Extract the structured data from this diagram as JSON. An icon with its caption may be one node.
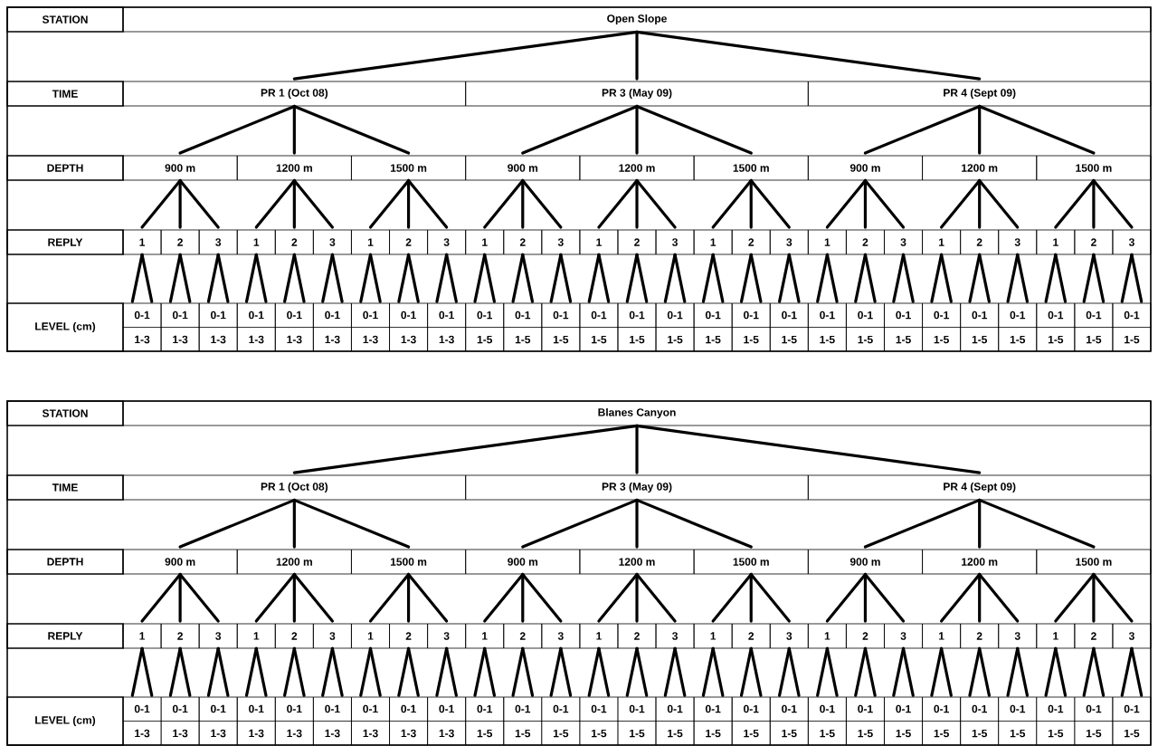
{
  "diagram": {
    "nodes": [
      {
        "text": [
          "STATION"
        ]
      },
      {
        "text": [
          "Open Slope"
        ]
      },
      {
        "text": [
          "TIME"
        ]
      },
      {
        "text": [
          "PR 1 (Oct 08)"
        ]
      },
      {
        "text": [
          "PR 3 (May 09)"
        ]
      },
      {
        "text": [
          "PR 4 (Sept 09)"
        ]
      },
      {
        "text": [
          "DEPTH"
        ]
      },
      {
        "text": [
          "900 m"
        ]
      },
      {
        "text": [
          "1200 m"
        ]
      },
      {
        "text": [
          "1500 m"
        ]
      },
      {
        "text": [
          "900 m"
        ]
      },
      {
        "text": [
          "1200 m"
        ]
      },
      {
        "text": [
          "1500 m"
        ]
      },
      {
        "text": [
          "900 m"
        ]
      },
      {
        "text": [
          "1200 m"
        ]
      },
      {
        "text": [
          "1500 m"
        ]
      },
      {
        "text": [
          "REPLY"
        ]
      },
      {
        "text": [
          "1"
        ]
      },
      {
        "text": [
          "2"
        ]
      },
      {
        "text": [
          "3"
        ]
      },
      {
        "text": [
          "1"
        ]
      },
      {
        "text": [
          "2"
        ]
      },
      {
        "text": [
          "3"
        ]
      },
      {
        "text": [
          "1"
        ]
      },
      {
        "text": [
          "2"
        ]
      },
      {
        "text": [
          "3"
        ]
      },
      {
        "text": [
          "1"
        ]
      },
      {
        "text": [
          "2"
        ]
      },
      {
        "text": [
          "3"
        ]
      },
      {
        "text": [
          "1"
        ]
      },
      {
        "text": [
          "2"
        ]
      },
      {
        "text": [
          "3"
        ]
      },
      {
        "text": [
          "1"
        ]
      },
      {
        "text": [
          "2"
        ]
      },
      {
        "text": [
          "3"
        ]
      },
      {
        "text": [
          "1"
        ]
      },
      {
        "text": [
          "2"
        ]
      },
      {
        "text": [
          "3"
        ]
      },
      {
        "text": [
          "1"
        ]
      },
      {
        "text": [
          "2"
        ]
      },
      {
        "text": [
          "3"
        ]
      },
      {
        "text": [
          "1"
        ]
      },
      {
        "text": [
          "2"
        ]
      },
      {
        "text": [
          "3"
        ]
      },
      {
        "text": [
          "LEVEL (cm)"
        ]
      },
      {
        "text": [
          "0-1",
          "1-3"
        ]
      },
      {
        "text": [
          "0-1",
          "1-3"
        ]
      },
      {
        "text": [
          "0-1",
          "1-3"
        ]
      },
      {
        "text": [
          "0-1",
          "1-3"
        ]
      },
      {
        "text": [
          "0-1",
          "1-3"
        ]
      },
      {
        "text": [
          "0-1",
          "1-3"
        ]
      },
      {
        "text": [
          "0-1",
          "1-3"
        ]
      },
      {
        "text": [
          "0-1",
          "1-3"
        ]
      },
      {
        "text": [
          "0-1",
          "1-3"
        ]
      },
      {
        "text": [
          "0-1",
          "1-5"
        ]
      },
      {
        "text": [
          "0-1",
          "1-5"
        ]
      },
      {
        "text": [
          "0-1",
          "1-5"
        ]
      },
      {
        "text": [
          "0-1",
          "1-5"
        ]
      },
      {
        "text": [
          "0-1",
          "1-5"
        ]
      },
      {
        "text": [
          "0-1",
          "1-5"
        ]
      },
      {
        "text": [
          "0-1",
          "1-5"
        ]
      },
      {
        "text": [
          "0-1",
          "1-5"
        ]
      },
      {
        "text": [
          "0-1",
          "1-5"
        ]
      },
      {
        "text": [
          "0-1",
          "1-5"
        ]
      },
      {
        "text": [
          "0-1",
          "1-5"
        ]
      },
      {
        "text": [
          "0-1",
          "1-5"
        ]
      },
      {
        "text": [
          "0-1",
          "1-5"
        ]
      },
      {
        "text": [
          "0-1",
          "1-5"
        ]
      },
      {
        "text": [
          "0-1",
          "1-5"
        ]
      },
      {
        "text": [
          "0-1",
          "1-5"
        ]
      },
      {
        "text": [
          "0-1",
          "1-5"
        ]
      },
      {
        "text": [
          "0-1",
          "1-5"
        ]
      },
      {
        "text": [
          "STATION"
        ]
      },
      {
        "text": [
          "Blanes Canyon"
        ]
      },
      {
        "text": [
          "TIME"
        ]
      },
      {
        "text": [
          "PR 1 (Oct 08)"
        ]
      },
      {
        "text": [
          "PR 3 (May 09)"
        ]
      },
      {
        "text": [
          "PR 4 (Sept 09)"
        ]
      },
      {
        "text": [
          "DEPTH"
        ]
      },
      {
        "text": [
          "900 m"
        ]
      },
      {
        "text": [
          "1200 m"
        ]
      },
      {
        "text": [
          "1500 m"
        ]
      },
      {
        "text": [
          "900 m"
        ]
      },
      {
        "text": [
          "1200 m"
        ]
      },
      {
        "text": [
          "1500 m"
        ]
      },
      {
        "text": [
          "900 m"
        ]
      },
      {
        "text": [
          "1200 m"
        ]
      },
      {
        "text": [
          "1500 m"
        ]
      },
      {
        "text": [
          "REPLY"
        ]
      },
      {
        "text": [
          "1"
        ]
      },
      {
        "text": [
          "2"
        ]
      },
      {
        "text": [
          "3"
        ]
      },
      {
        "text": [
          "1"
        ]
      },
      {
        "text": [
          "2"
        ]
      },
      {
        "text": [
          "3"
        ]
      },
      {
        "text": [
          "1"
        ]
      },
      {
        "text": [
          "2"
        ]
      },
      {
        "text": [
          "3"
        ]
      },
      {
        "text": [
          "1"
        ]
      },
      {
        "text": [
          "2"
        ]
      },
      {
        "text": [
          "3"
        ]
      },
      {
        "text": [
          "1"
        ]
      },
      {
        "text": [
          "2"
        ]
      },
      {
        "text": [
          "3"
        ]
      },
      {
        "text": [
          "1"
        ]
      },
      {
        "text": [
          "2"
        ]
      },
      {
        "text": [
          "3"
        ]
      },
      {
        "text": [
          "1"
        ]
      },
      {
        "text": [
          "2"
        ]
      },
      {
        "text": [
          "3"
        ]
      },
      {
        "text": [
          "1"
        ]
      },
      {
        "text": [
          "2"
        ]
      },
      {
        "text": [
          "3"
        ]
      },
      {
        "text": [
          "1"
        ]
      },
      {
        "text": [
          "2"
        ]
      },
      {
        "text": [
          "3"
        ]
      },
      {
        "text": [
          "LEVEL (cm)"
        ]
      },
      {
        "text": [
          "0-1",
          "1-3"
        ]
      },
      {
        "text": [
          "0-1",
          "1-3"
        ]
      },
      {
        "text": [
          "0-1",
          "1-3"
        ]
      },
      {
        "text": [
          "0-1",
          "1-3"
        ]
      },
      {
        "text": [
          "0-1",
          "1-3"
        ]
      },
      {
        "text": [
          "0-1",
          "1-3"
        ]
      },
      {
        "text": [
          "0-1",
          "1-3"
        ]
      },
      {
        "text": [
          "0-1",
          "1-3"
        ]
      },
      {
        "text": [
          "0-1",
          "1-3"
        ]
      },
      {
        "text": [
          "0-1",
          "1-5"
        ]
      },
      {
        "text": [
          "0-1",
          "1-5"
        ]
      },
      {
        "text": [
          "0-1",
          "1-5"
        ]
      },
      {
        "text": [
          "0-1",
          "1-5"
        ]
      },
      {
        "text": [
          "0-1",
          "1-5"
        ]
      },
      {
        "text": [
          "0-1",
          "1-5"
        ]
      },
      {
        "text": [
          "0-1",
          "1-5"
        ]
      },
      {
        "text": [
          "0-1",
          "1-5"
        ]
      },
      {
        "text": [
          "0-1",
          "1-5"
        ]
      },
      {
        "text": [
          "0-1",
          "1-5"
        ]
      },
      {
        "text": [
          "0-1",
          "1-5"
        ]
      },
      {
        "text": [
          "0-1",
          "1-5"
        ]
      },
      {
        "text": [
          "0-1",
          "1-5"
        ]
      },
      {
        "text": [
          "0-1",
          "1-5"
        ]
      },
      {
        "text": [
          "0-1",
          "1-5"
        ]
      },
      {
        "text": [
          "0-1",
          "1-5"
        ]
      },
      {
        "text": [
          "0-1",
          "1-5"
        ]
      },
      {
        "text": [
          "0-1",
          "1-5"
        ]
      }
    ],
    "edges": [
      {
        "from": 1,
        "to": 3,
        "arrow": "none"
      },
      {
        "from": 1,
        "to": 4,
        "arrow": "none"
      },
      {
        "from": 1,
        "to": 5,
        "arrow": "none"
      },
      {
        "from": 3,
        "to": 7,
        "arrow": "none"
      },
      {
        "from": 3,
        "to": 8,
        "arrow": "none"
      },
      {
        "from": 3,
        "to": 9,
        "arrow": "none"
      },
      {
        "from": 4,
        "to": 10,
        "arrow": "none"
      },
      {
        "from": 4,
        "to": 11,
        "arrow": "none"
      },
      {
        "from": 4,
        "to": 12,
        "arrow": "none"
      },
      {
        "from": 5,
        "to": 13,
        "arrow": "none"
      },
      {
        "from": 5,
        "to": 14,
        "arrow": "none"
      },
      {
        "from": 5,
        "to": 15,
        "arrow": "none"
      },
      {
        "from": 7,
        "to": 17,
        "arrow": "none"
      },
      {
        "from": 7,
        "to": 18,
        "arrow": "none"
      },
      {
        "from": 7,
        "to": 19,
        "arrow": "none"
      },
      {
        "from": 8,
        "to": 20,
        "arrow": "none"
      },
      {
        "from": 8,
        "to": 21,
        "arrow": "none"
      },
      {
        "from": 8,
        "to": 22,
        "arrow": "none"
      },
      {
        "from": 9,
        "to": 23,
        "arrow": "none"
      },
      {
        "from": 9,
        "to": 24,
        "arrow": "none"
      },
      {
        "from": 9,
        "to": 25,
        "arrow": "none"
      },
      {
        "from": 10,
        "to": 26,
        "arrow": "none"
      },
      {
        "from": 10,
        "to": 27,
        "arrow": "none"
      },
      {
        "from": 10,
        "to": 28,
        "arrow": "none"
      },
      {
        "from": 11,
        "to": 29,
        "arrow": "none"
      },
      {
        "from": 11,
        "to": 30,
        "arrow": "none"
      },
      {
        "from": 11,
        "to": 31,
        "arrow": "none"
      },
      {
        "from": 12,
        "to": 32,
        "arrow": "none"
      },
      {
        "from": 12,
        "to": 33,
        "arrow": "none"
      },
      {
        "from": 12,
        "to": 34,
        "arrow": "none"
      },
      {
        "from": 13,
        "to": 35,
        "arrow": "none"
      },
      {
        "from": 13,
        "to": 36,
        "arrow": "none"
      },
      {
        "from": 13,
        "to": 37,
        "arrow": "none"
      },
      {
        "from": 14,
        "to": 38,
        "arrow": "none"
      },
      {
        "from": 14,
        "to": 39,
        "arrow": "none"
      },
      {
        "from": 14,
        "to": 40,
        "arrow": "none"
      },
      {
        "from": 15,
        "to": 41,
        "arrow": "none"
      },
      {
        "from": 15,
        "to": 42,
        "arrow": "none"
      },
      {
        "from": 15,
        "to": 43,
        "arrow": "none"
      },
      {
        "from": 17,
        "to": 45,
        "arrow": "none"
      },
      {
        "from": 17,
        "to": 45,
        "arrow": "none"
      },
      {
        "from": 18,
        "to": 46,
        "arrow": "none"
      },
      {
        "from": 18,
        "to": 46,
        "arrow": "none"
      },
      {
        "from": 19,
        "to": 47,
        "arrow": "none"
      },
      {
        "from": 19,
        "to": 47,
        "arrow": "none"
      },
      {
        "from": 20,
        "to": 48,
        "arrow": "none"
      },
      {
        "from": 20,
        "to": 48,
        "arrow": "none"
      },
      {
        "from": 21,
        "to": 49,
        "arrow": "none"
      },
      {
        "from": 21,
        "to": 49,
        "arrow": "none"
      },
      {
        "from": 22,
        "to": 50,
        "arrow": "none"
      },
      {
        "from": 22,
        "to": 50,
        "arrow": "none"
      },
      {
        "from": 23,
        "to": 51,
        "arrow": "none"
      },
      {
        "from": 23,
        "to": 51,
        "arrow": "none"
      },
      {
        "from": 24,
        "to": 52,
        "arrow": "none"
      },
      {
        "from": 24,
        "to": 52,
        "arrow": "none"
      },
      {
        "from": 25,
        "to": 53,
        "arrow": "none"
      },
      {
        "from": 25,
        "to": 53,
        "arrow": "none"
      },
      {
        "from": 26,
        "to": 54,
        "arrow": "none"
      },
      {
        "from": 26,
        "to": 54,
        "arrow": "none"
      },
      {
        "from": 27,
        "to": 55,
        "arrow": "none"
      },
      {
        "from": 27,
        "to": 55,
        "arrow": "none"
      },
      {
        "from": 28,
        "to": 56,
        "arrow": "none"
      },
      {
        "from": 28,
        "to": 56,
        "arrow": "none"
      },
      {
        "from": 29,
        "to": 57,
        "arrow": "none"
      },
      {
        "from": 29,
        "to": 57,
        "arrow": "none"
      },
      {
        "from": 30,
        "to": 58,
        "arrow": "none"
      },
      {
        "from": 30,
        "to": 58,
        "arrow": "none"
      },
      {
        "from": 31,
        "to": 59,
        "arrow": "none"
      },
      {
        "from": 31,
        "to": 59,
        "arrow": "none"
      },
      {
        "from": 32,
        "to": 60,
        "arrow": "none"
      },
      {
        "from": 32,
        "to": 60,
        "arrow": "none"
      },
      {
        "from": 33,
        "to": 61,
        "arrow": "none"
      },
      {
        "from": 33,
        "to": 61,
        "arrow": "none"
      },
      {
        "from": 34,
        "to": 62,
        "arrow": "none"
      },
      {
        "from": 34,
        "to": 62,
        "arrow": "none"
      },
      {
        "from": 35,
        "to": 63,
        "arrow": "none"
      },
      {
        "from": 35,
        "to": 63,
        "arrow": "none"
      },
      {
        "from": 36,
        "to": 64,
        "arrow": "none"
      },
      {
        "from": 36,
        "to": 64,
        "arrow": "none"
      },
      {
        "from": 37,
        "to": 65,
        "arrow": "none"
      },
      {
        "from": 37,
        "to": 65,
        "arrow": "none"
      },
      {
        "from": 38,
        "to": 66,
        "arrow": "none"
      },
      {
        "from": 38,
        "to": 66,
        "arrow": "none"
      },
      {
        "from": 39,
        "to": 67,
        "arrow": "none"
      },
      {
        "from": 39,
        "to": 67,
        "arrow": "none"
      },
      {
        "from": 40,
        "to": 68,
        "arrow": "none"
      },
      {
        "from": 40,
        "to": 68,
        "arrow": "none"
      },
      {
        "from": 41,
        "to": 69,
        "arrow": "none"
      },
      {
        "from": 41,
        "to": 69,
        "arrow": "none"
      },
      {
        "from": 42,
        "to": 70,
        "arrow": "none"
      },
      {
        "from": 42,
        "to": 70,
        "arrow": "none"
      },
      {
        "from": 43,
        "to": 71,
        "arrow": "none"
      },
      {
        "from": 43,
        "to": 71,
        "arrow": "none"
      },
      {
        "from": 73,
        "to": 75,
        "arrow": "none"
      },
      {
        "from": 73,
        "to": 76,
        "arrow": "none"
      },
      {
        "from": 73,
        "to": 77,
        "arrow": "none"
      },
      {
        "from": 75,
        "to": 79,
        "arrow": "none"
      },
      {
        "from": 75,
        "to": 80,
        "arrow": "none"
      },
      {
        "from": 75,
        "to": 81,
        "arrow": "none"
      },
      {
        "from": 76,
        "to": 82,
        "arrow": "none"
      },
      {
        "from": 76,
        "to": 83,
        "arrow": "none"
      },
      {
        "from": 76,
        "to": 84,
        "arrow": "none"
      },
      {
        "from": 77,
        "to": 85,
        "arrow": "none"
      },
      {
        "from": 77,
        "to": 86,
        "arrow": "none"
      },
      {
        "from": 77,
        "to": 87,
        "arrow": "none"
      },
      {
        "from": 79,
        "to": 89,
        "arrow": "none"
      },
      {
        "from": 79,
        "to": 90,
        "arrow": "none"
      },
      {
        "from": 79,
        "to": 91,
        "arrow": "none"
      },
      {
        "from": 80,
        "to": 92,
        "arrow": "none"
      },
      {
        "from": 80,
        "to": 93,
        "arrow": "none"
      },
      {
        "from": 80,
        "to": 94,
        "arrow": "none"
      },
      {
        "from": 81,
        "to": 95,
        "arrow": "none"
      },
      {
        "from": 81,
        "to": 96,
        "arrow": "none"
      },
      {
        "from": 81,
        "to": 97,
        "arrow": "none"
      },
      {
        "from": 82,
        "to": 98,
        "arrow": "none"
      },
      {
        "from": 82,
        "to": 99,
        "arrow": "none"
      },
      {
        "from": 82,
        "to": 100,
        "arrow": "none"
      },
      {
        "from": 83,
        "to": 101,
        "arrow": "none"
      },
      {
        "from": 83,
        "to": 102,
        "arrow": "none"
      },
      {
        "from": 83,
        "to": 103,
        "arrow": "none"
      },
      {
        "from": 84,
        "to": 104,
        "arrow": "none"
      },
      {
        "from": 84,
        "to": 105,
        "arrow": "none"
      },
      {
        "from": 84,
        "to": 106,
        "arrow": "none"
      },
      {
        "from": 85,
        "to": 107,
        "arrow": "none"
      },
      {
        "from": 85,
        "to": 108,
        "arrow": "none"
      },
      {
        "from": 85,
        "to": 109,
        "arrow": "none"
      },
      {
        "from": 86,
        "to": 110,
        "arrow": "none"
      },
      {
        "from": 86,
        "to": 111,
        "arrow": "none"
      },
      {
        "from": 86,
        "to": 112,
        "arrow": "none"
      },
      {
        "from": 87,
        "to": 113,
        "arrow": "none"
      },
      {
        "from": 87,
        "to": 114,
        "arrow": "none"
      },
      {
        "from": 87,
        "to": 115,
        "arrow": "none"
      },
      {
        "from": 89,
        "to": 117,
        "arrow": "none"
      },
      {
        "from": 89,
        "to": 117,
        "arrow": "none"
      },
      {
        "from": 90,
        "to": 118,
        "arrow": "none"
      },
      {
        "from": 90,
        "to": 118,
        "arrow": "none"
      },
      {
        "from": 91,
        "to": 119,
        "arrow": "none"
      },
      {
        "from": 91,
        "to": 119,
        "arrow": "none"
      },
      {
        "from": 92,
        "to": 120,
        "arrow": "none"
      },
      {
        "from": 92,
        "to": 120,
        "arrow": "none"
      },
      {
        "from": 93,
        "to": 121,
        "arrow": "none"
      },
      {
        "from": 93,
        "to": 121,
        "arrow": "none"
      },
      {
        "from": 94,
        "to": 122,
        "arrow": "none"
      },
      {
        "from": 94,
        "to": 122,
        "arrow": "none"
      },
      {
        "from": 95,
        "to": 123,
        "arrow": "none"
      },
      {
        "from": 95,
        "to": 123,
        "arrow": "none"
      },
      {
        "from": 96,
        "to": 124,
        "arrow": "none"
      },
      {
        "from": 96,
        "to": 124,
        "arrow": "none"
      },
      {
        "from": 97,
        "to": 125,
        "arrow": "none"
      },
      {
        "from": 97,
        "to": 125,
        "arrow": "none"
      },
      {
        "from": 98,
        "to": 126,
        "arrow": "none"
      },
      {
        "from": 98,
        "to": 126,
        "arrow": "none"
      },
      {
        "from": 99,
        "to": 127,
        "arrow": "none"
      },
      {
        "from": 99,
        "to": 127,
        "arrow": "none"
      },
      {
        "from": 100,
        "to": 128,
        "arrow": "none"
      },
      {
        "from": 100,
        "to": 128,
        "arrow": "none"
      },
      {
        "from": 101,
        "to": 129,
        "arrow": "none"
      },
      {
        "from": 101,
        "to": 129,
        "arrow": "none"
      },
      {
        "from": 102,
        "to": 130,
        "arrow": "none"
      },
      {
        "from": 102,
        "to": 130,
        "arrow": "none"
      },
      {
        "from": 103,
        "to": 131,
        "arrow": "none"
      },
      {
        "from": 103,
        "to": 131,
        "arrow": "none"
      },
      {
        "from": 104,
        "to": 132,
        "arrow": "none"
      },
      {
        "from": 104,
        "to": 132,
        "arrow": "none"
      },
      {
        "from": 105,
        "to": 133,
        "arrow": "none"
      },
      {
        "from": 105,
        "to": 133,
        "arrow": "none"
      },
      {
        "from": 106,
        "to": 134,
        "arrow": "none"
      },
      {
        "from": 106,
        "to": 134,
        "arrow": "none"
      },
      {
        "from": 107,
        "to": 135,
        "arrow": "none"
      },
      {
        "from": 107,
        "to": 135,
        "arrow": "none"
      },
      {
        "from": 108,
        "to": 136,
        "arrow": "none"
      },
      {
        "from": 108,
        "to": 136,
        "arrow": "none"
      },
      {
        "from": 109,
        "to": 137,
        "arrow": "none"
      },
      {
        "from": 109,
        "to": 137,
        "arrow": "none"
      },
      {
        "from": 110,
        "to": 138,
        "arrow": "none"
      },
      {
        "from": 110,
        "to": 138,
        "arrow": "none"
      },
      {
        "from": 111,
        "to": 139,
        "arrow": "none"
      },
      {
        "from": 111,
        "to": 139,
        "arrow": "none"
      },
      {
        "from": 112,
        "to": 140,
        "arrow": "none"
      },
      {
        "from": 112,
        "to": 140,
        "arrow": "none"
      },
      {
        "from": 113,
        "to": 141,
        "arrow": "none"
      },
      {
        "from": 113,
        "to": 141,
        "arrow": "none"
      },
      {
        "from": 114,
        "to": 142,
        "arrow": "none"
      },
      {
        "from": 114,
        "to": 142,
        "arrow": "none"
      },
      {
        "from": 115,
        "to": 143,
        "arrow": "none"
      },
      {
        "from": 115,
        "to": 143,
        "arrow": "none"
      }
    ]
  }
}
